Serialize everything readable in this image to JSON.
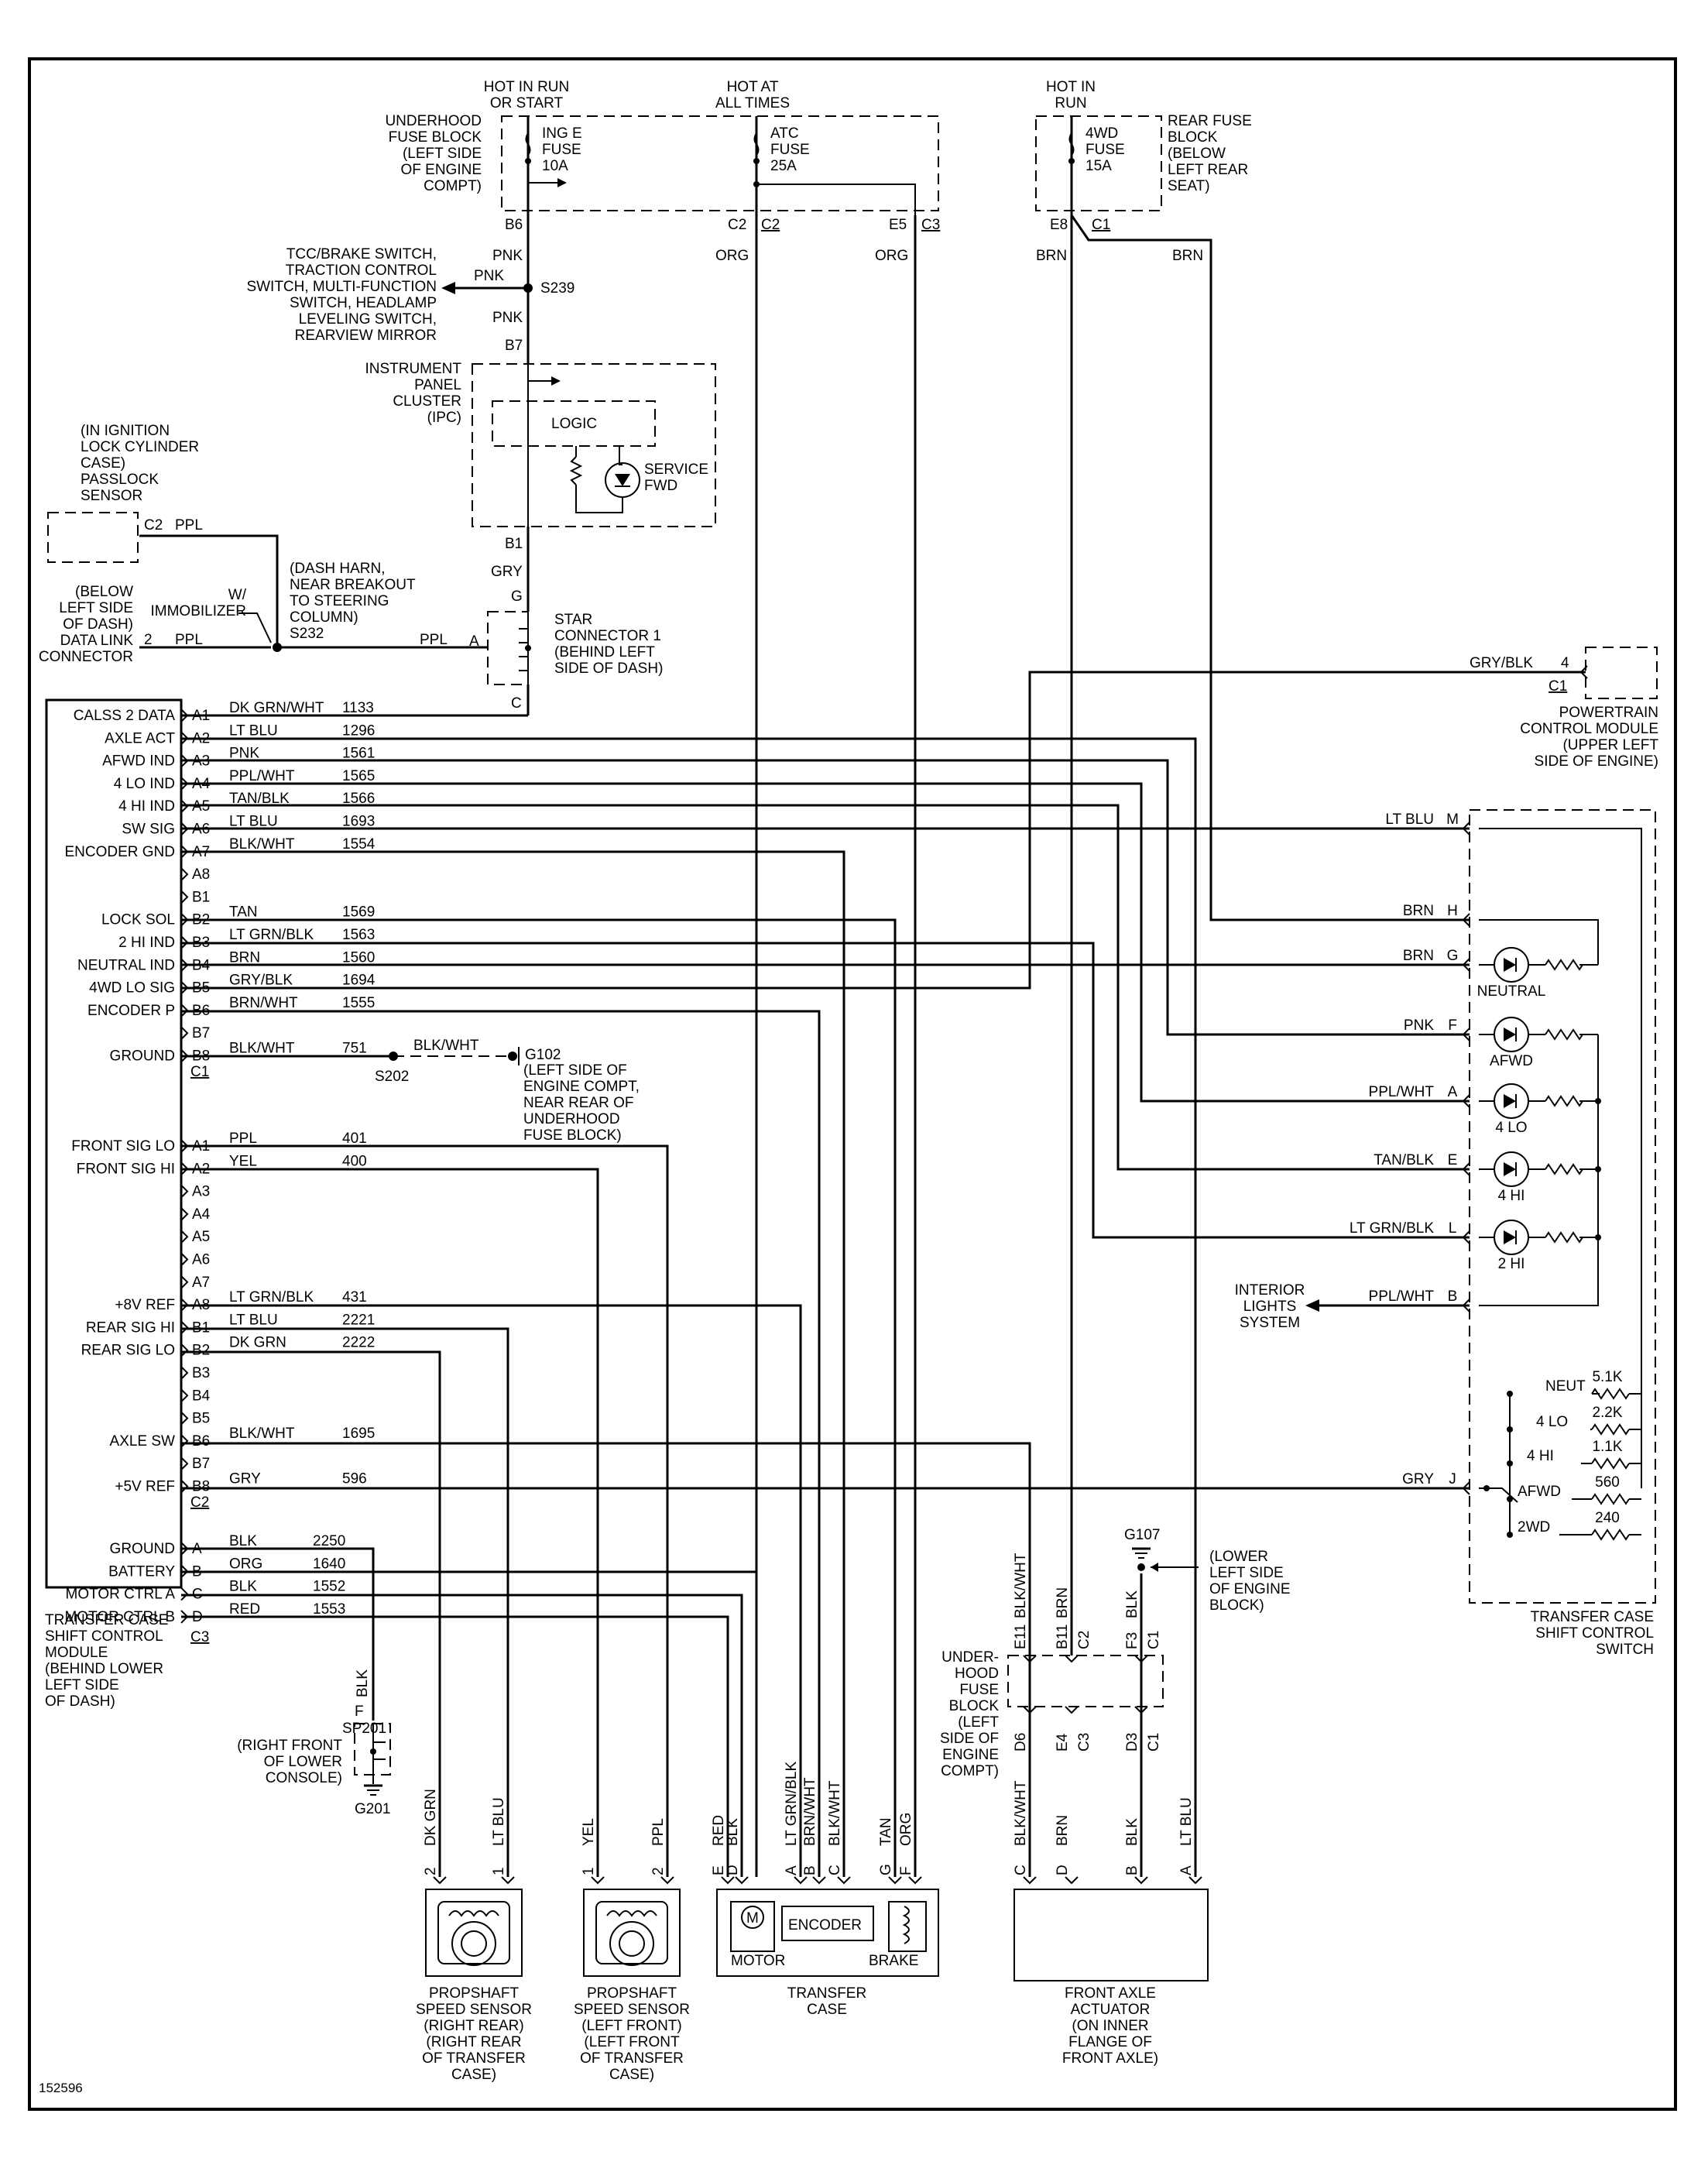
{
  "figure_id": "152596",
  "power": {
    "hot_run_start": "HOT IN RUN\nOR START",
    "hot_all_times": "HOT AT\nALL TIMES",
    "hot_run": "HOT IN\nRUN",
    "underhood_block": "UNDERHOOD\nFUSE BLOCK\n(LEFT SIDE\nOF ENGINE\nCOMPT)",
    "rear_block": "REAR FUSE\nBLOCK\n(BELOW\nLEFT REAR\nSEAT)",
    "fuse_inge": "ING E\nFUSE\n10A",
    "fuse_atc": "ATC\nFUSE\n25A",
    "fuse_4wd": "4WD\nFUSE\n15A",
    "b6": "B6",
    "c2a": "C2",
    "c2b": "C2",
    "e5": "E5",
    "c3": "C3",
    "e8": "E8",
    "c1": "C1",
    "pnk1": "PNK",
    "pnk2": "PNK",
    "pnk3": "PNK",
    "org1": "ORG",
    "org2": "ORG",
    "brn1": "BRN",
    "brn2": "BRN",
    "s239": "S239",
    "tcc_list": "TCC/BRAKE SWITCH,\nTRACTION CONTROL\nSWITCH, MULTI-FUNCTION\nSWITCH, HEADLAMP\nLEVELING SWITCH,\nREARVIEW MIRROR"
  },
  "ipc": {
    "label": "INSTRUMENT\nPANEL\nCLUSTER\n(IPC)",
    "b7": "B7",
    "b1": "B1",
    "logic": "LOGIC",
    "service": "SERVICE\nFWD",
    "gry": "GRY"
  },
  "star": {
    "g": "G",
    "a": "A",
    "c": "C",
    "label": "STAR\nCONNECTOR 1\n(BEHIND LEFT\nSIDE OF DASH)"
  },
  "passlock": {
    "label": "(IN IGNITION\nLOCK CYLINDER\nCASE)\nPASSLOCK\nSENSOR",
    "c2": "C2",
    "ppl": "PPL",
    "wimmob": "W/\nIMMOBILIZER",
    "dash_harn": "(DASH HARN,\nNEAR BREAKOUT\nTO STEERING\nCOLUMN)",
    "s232": "S232",
    "dlc": "(BELOW\nLEFT SIDE\nOF DASH)\nDATA LINK\nCONNECTOR",
    "pin2": "2",
    "ppl2": "PPL",
    "ppl3": "PPL"
  },
  "module": {
    "label": "TRANSFER CASE\nSHIFT CONTROL\nMODULE\n(BEHIND LOWER\nLEFT SIDE\nOF DASH)",
    "c1_rows": [
      {
        "pin": "A1",
        "name": "CALSS 2 DATA",
        "color": "DK GRN/WHT",
        "circuit": "1133"
      },
      {
        "pin": "A2",
        "name": "AXLE ACT",
        "color": "LT BLU",
        "circuit": "1296"
      },
      {
        "pin": "A3",
        "name": "AFWD IND",
        "color": "PNK",
        "circuit": "1561"
      },
      {
        "pin": "A4",
        "name": "4 LO IND",
        "color": "PPL/WHT",
        "circuit": "1565"
      },
      {
        "pin": "A5",
        "name": "4 HI IND",
        "color": "TAN/BLK",
        "circuit": "1566"
      },
      {
        "pin": "A6",
        "name": "SW SIG",
        "color": "LT BLU",
        "circuit": "1693"
      },
      {
        "pin": "A7",
        "name": "ENCODER GND",
        "color": "BLK/WHT",
        "circuit": "1554"
      },
      {
        "pin": "A8",
        "name": "",
        "color": "",
        "circuit": ""
      },
      {
        "pin": "B1",
        "name": "",
        "color": "",
        "circuit": ""
      },
      {
        "pin": "B2",
        "name": "LOCK SOL",
        "color": "TAN",
        "circuit": "1569"
      },
      {
        "pin": "B3",
        "name": "2 HI IND",
        "color": "LT GRN/BLK",
        "circuit": "1563"
      },
      {
        "pin": "B4",
        "name": "NEUTRAL IND",
        "color": "BRN",
        "circuit": "1560"
      },
      {
        "pin": "B5",
        "name": "4WD LO SIG",
        "color": "GRY/BLK",
        "circuit": "1694"
      },
      {
        "pin": "B6",
        "name": "ENCODER P",
        "color": "BRN/WHT",
        "circuit": "1555"
      },
      {
        "pin": "B7",
        "name": "",
        "color": "",
        "circuit": ""
      },
      {
        "pin": "B8",
        "name": "GROUND",
        "color": "BLK/WHT",
        "circuit": "751"
      }
    ],
    "c1_label": "C1",
    "c2_rows": [
      {
        "pin": "A1",
        "name": "FRONT SIG LO",
        "color": "PPL",
        "circuit": "401"
      },
      {
        "pin": "A2",
        "name": "FRONT SIG HI",
        "color": "YEL",
        "circuit": "400"
      },
      {
        "pin": "A3",
        "name": "",
        "color": "",
        "circuit": ""
      },
      {
        "pin": "A4",
        "name": "",
        "color": "",
        "circuit": ""
      },
      {
        "pin": "A5",
        "name": "",
        "color": "",
        "circuit": ""
      },
      {
        "pin": "A6",
        "name": "",
        "color": "",
        "circuit": ""
      },
      {
        "pin": "A7",
        "name": "",
        "color": "",
        "circuit": ""
      },
      {
        "pin": "A8",
        "name": "+8V REF",
        "color": "LT GRN/BLK",
        "circuit": "431"
      },
      {
        "pin": "B1",
        "name": "REAR SIG HI",
        "color": "LT BLU",
        "circuit": "2221"
      },
      {
        "pin": "B2",
        "name": "REAR SIG LO",
        "color": "DK GRN",
        "circuit": "2222"
      },
      {
        "pin": "B3",
        "name": "",
        "color": "",
        "circuit": ""
      },
      {
        "pin": "B4",
        "name": "",
        "color": "",
        "circuit": ""
      },
      {
        "pin": "B5",
        "name": "",
        "color": "",
        "circuit": ""
      },
      {
        "pin": "B6",
        "name": "AXLE SW",
        "color": "BLK/WHT",
        "circuit": "1695"
      },
      {
        "pin": "B7",
        "name": "",
        "color": "",
        "circuit": ""
      },
      {
        "pin": "B8",
        "name": "+5V REF",
        "color": "GRY",
        "circuit": "596"
      }
    ],
    "c2_label": "C2",
    "c3_rows": [
      {
        "pin": "A",
        "name": "GROUND",
        "color": "BLK",
        "circuit": "2250"
      },
      {
        "pin": "B",
        "name": "BATTERY",
        "color": "ORG",
        "circuit": "1640"
      },
      {
        "pin": "C",
        "name": "MOTOR CTRL A",
        "color": "BLK",
        "circuit": "1552"
      },
      {
        "pin": "D",
        "name": "MOTOR CTRL B",
        "color": "RED",
        "circuit": "1553"
      }
    ],
    "c3_label": "C3"
  },
  "ground": {
    "s202": "S202",
    "blkwht": "BLK/WHT",
    "g102": "G102",
    "g102_label": "(LEFT SIDE OF\nENGINE COMPT,\nNEAR REAR OF\nUNDERHOOD\nFUSE BLOCK)",
    "blk": "BLK",
    "f": "F",
    "sp201": "SP201",
    "sp201_label": "(RIGHT FRONT\nOF LOWER\nCONSOLE)",
    "g201": "G201",
    "g107": "G107",
    "g107_label": "(LOWER\nLEFT SIDE\nOF ENGINE\nBLOCK)"
  },
  "pcm": {
    "wire": "GRY/BLK",
    "pin": "4",
    "conn": "C1",
    "label": "POWERTRAIN\nCONTROL MODULE\n(UPPER LEFT\nSIDE OF ENGINE)"
  },
  "switch": {
    "label": "TRANSFER CASE\nSHIFT CONTROL\nSWITCH",
    "pins": [
      {
        "color": "LT BLU",
        "pin": "M"
      },
      {
        "color": "BRN",
        "pin": "H"
      },
      {
        "color": "BRN",
        "pin": "G"
      },
      {
        "color": "PNK",
        "pin": "F"
      },
      {
        "color": "PPL/WHT",
        "pin": "A"
      },
      {
        "color": "TAN/BLK",
        "pin": "E"
      },
      {
        "color": "LT GRN/BLK",
        "pin": "L"
      },
      {
        "color": "PPL/WHT",
        "pin": "B"
      },
      {
        "color": "GRY",
        "pin": "J"
      }
    ],
    "leds": [
      "NEUTRAL",
      "AFWD",
      "4 LO",
      "4 HI",
      "2 HI"
    ],
    "interior": "INTERIOR\nLIGHTS\nSYSTEM",
    "ladder": [
      {
        "pos": "NEUT",
        "r": "5.1K"
      },
      {
        "pos": "4 LO",
        "r": "2.2K"
      },
      {
        "pos": "4 HI",
        "r": "1.1K"
      },
      {
        "pos": "AFWD",
        "r": "560"
      },
      {
        "pos": "2WD",
        "r": "240"
      }
    ]
  },
  "underhood2": {
    "label": "UNDER-\nHOOD\nFUSE\nBLOCK\n(LEFT\nSIDE OF\nENGINE\nCOMPT)",
    "top": [
      {
        "wire": "BLK/WHT",
        "pin": "E11"
      },
      {
        "wire": "BRN",
        "pin": "B11",
        "conn": "C2"
      },
      {
        "wire": "BLK",
        "pin": "F3",
        "conn": "C1"
      }
    ],
    "bottom": [
      {
        "pin": "D6",
        "conn": ""
      },
      {
        "pin": "E4",
        "conn": "C3"
      },
      {
        "pin": "D3",
        "conn": "C1"
      }
    ]
  },
  "sensors": {
    "rear": {
      "wires": [
        "DK GRN",
        "LT BLU"
      ],
      "pins": [
        "2",
        "1"
      ],
      "label": "PROPSHAFT\nSPEED SENSOR\n(RIGHT REAR)\n(RIGHT REAR\nOF TRANSFER\nCASE)"
    },
    "front": {
      "wires": [
        "YEL",
        "PPL"
      ],
      "pins": [
        "1",
        "2"
      ],
      "label": "PROPSHAFT\nSPEED SENSOR\n(LEFT FRONT)\n(LEFT FRONT\nOF TRANSFER\nCASE)"
    }
  },
  "transfer_case": {
    "wires": [
      "RED",
      "BLK",
      "LT GRN/BLK",
      "BRN/WHT",
      "BLK/WHT",
      "TAN",
      "ORG"
    ],
    "pins": [
      "E",
      "D",
      "A",
      "B",
      "C",
      "G",
      "F"
    ],
    "motor": "MOTOR",
    "encoder": "ENCODER",
    "brake": "BRAKE",
    "m": "M",
    "label": "TRANSFER\nCASE"
  },
  "axle": {
    "wires": [
      "BLK/WHT",
      "BRN",
      "BLK",
      "LT BLU"
    ],
    "pins": [
      "C",
      "D",
      "B",
      "A"
    ],
    "label": "FRONT AXLE\nACTUATOR\n(ON INNER\nFLANGE OF\nFRONT AXLE)"
  }
}
